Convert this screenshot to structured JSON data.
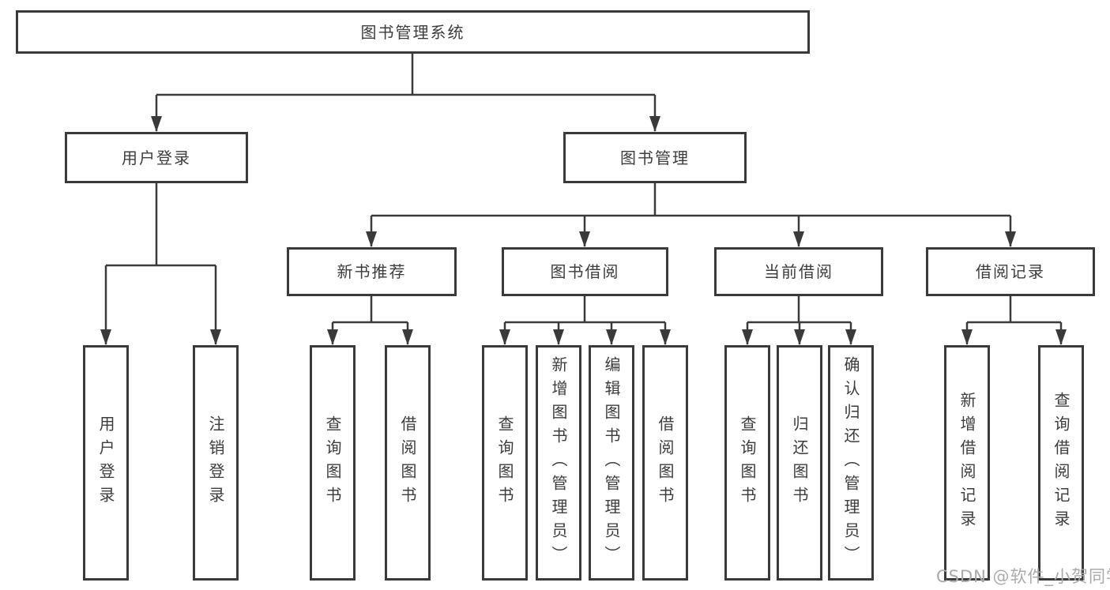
{
  "colors": {
    "line": "#3a3a3a",
    "box_border": "#3a3a3a",
    "text": "#3c3c3c",
    "watermark": "#aaaaaa",
    "background": "#ffffff"
  },
  "tree": {
    "root": "图书管理系统",
    "branches": [
      {
        "label": "用户登录",
        "children": [
          "用户登录",
          "注销登录"
        ]
      },
      {
        "label": "图书管理",
        "groups": [
          {
            "label": "新书推荐",
            "children": [
              "查询图书",
              "借阅图书"
            ]
          },
          {
            "label": "图书借阅",
            "children": [
              "查询图书",
              "新增图书（管理员）",
              "编辑图书（管理员）",
              "借阅图书"
            ]
          },
          {
            "label": "当前借阅",
            "children": [
              "查询图书",
              "归还图书",
              "确认归还（管理员）"
            ]
          },
          {
            "label": "借阅记录",
            "children": [
              "新增借阅记录",
              "查询借阅记录"
            ]
          }
        ]
      }
    ]
  },
  "watermark": "CSDN @软件_小贺同学"
}
